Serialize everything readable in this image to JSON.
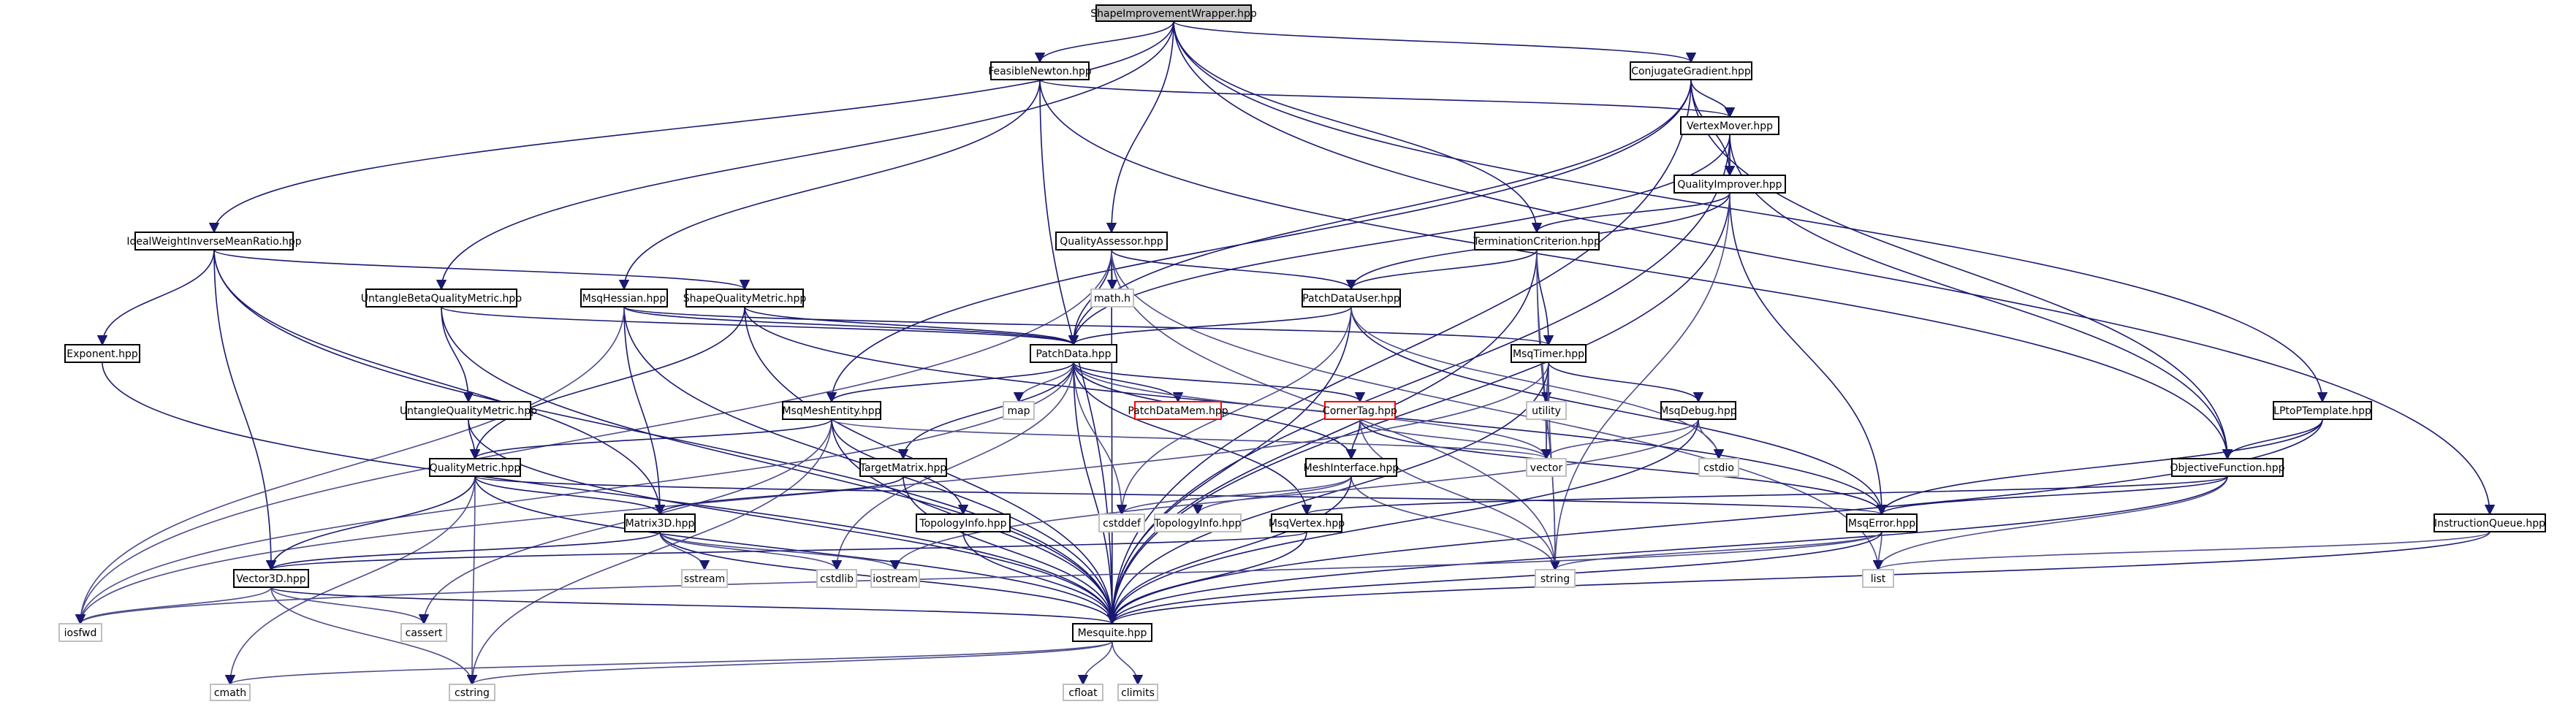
{
  "title": "ShapeImprovementWrapper.hpp include dependency graph",
  "colors": {
    "edge": "#191970",
    "edge_sys": "#4b4b8c",
    "node_border": "#000000",
    "root_fill": "#bfbfbf",
    "sys_border": "#bfbfbf",
    "error_border": "#ff0000",
    "error_text": "#ff0000",
    "sys_text": "#888888"
  },
  "nodes": [
    {
      "id": "ShapeImprovementWrapper",
      "label": "ShapeImprovementWrapper.hpp",
      "kind": "root"
    },
    {
      "id": "FeasibleNewton",
      "label": "FeasibleNewton.hpp",
      "kind": "file"
    },
    {
      "id": "ConjugateGradient",
      "label": "ConjugateGradient.hpp",
      "kind": "file"
    },
    {
      "id": "VertexMover",
      "label": "VertexMover.hpp",
      "kind": "file"
    },
    {
      "id": "QualityImprover",
      "label": "QualityImprover.hpp",
      "kind": "file"
    },
    {
      "id": "IdealWeightInverseMeanRatio",
      "label": "IdealWeightInverseMeanRatio.hpp",
      "kind": "file"
    },
    {
      "id": "QualityAssessor",
      "label": "QualityAssessor.hpp",
      "kind": "file"
    },
    {
      "id": "TerminationCriterion",
      "label": "TerminationCriterion.hpp",
      "kind": "file"
    },
    {
      "id": "UntangleBetaQualityMetric",
      "label": "UntangleBetaQualityMetric.hpp",
      "kind": "file"
    },
    {
      "id": "MsqHessian",
      "label": "MsqHessian.hpp",
      "kind": "file"
    },
    {
      "id": "ShapeQualityMetric",
      "label": "ShapeQualityMetric.hpp",
      "kind": "file"
    },
    {
      "id": "PatchDataUser",
      "label": "PatchDataUser.hpp",
      "kind": "file"
    },
    {
      "id": "mathh",
      "label": "math.h",
      "kind": "sys"
    },
    {
      "id": "Exponent",
      "label": "Exponent.hpp",
      "kind": "file"
    },
    {
      "id": "PatchData",
      "label": "PatchData.hpp",
      "kind": "file"
    },
    {
      "id": "MsqTimer",
      "label": "MsqTimer.hpp",
      "kind": "file"
    },
    {
      "id": "UntangleQualityMetric",
      "label": "UntangleQualityMetric.hpp",
      "kind": "file"
    },
    {
      "id": "map",
      "label": "map",
      "kind": "sys"
    },
    {
      "id": "PatchDataMem",
      "label": "PatchDataMem.hpp",
      "kind": "error"
    },
    {
      "id": "CornerTag",
      "label": "CornerTag.hpp",
      "kind": "error"
    },
    {
      "id": "utility",
      "label": "utility",
      "kind": "sys"
    },
    {
      "id": "MsqDebug",
      "label": "MsqDebug.hpp",
      "kind": "file"
    },
    {
      "id": "LPtoPTemplate",
      "label": "LPtoPTemplate.hpp",
      "kind": "file"
    },
    {
      "id": "MsqMeshEntity",
      "label": "MsqMeshEntity.hpp",
      "kind": "file"
    },
    {
      "id": "QualityMetric",
      "label": "QualityMetric.hpp",
      "kind": "file"
    },
    {
      "id": "TargetMatrix",
      "label": "TargetMatrix.hpp",
      "kind": "file"
    },
    {
      "id": "MeshInterface",
      "label": "MeshInterface.hpp",
      "kind": "file"
    },
    {
      "id": "vector",
      "label": "vector",
      "kind": "sys"
    },
    {
      "id": "cstdio",
      "label": "cstdio",
      "kind": "sys"
    },
    {
      "id": "ObjectiveFunction",
      "label": "ObjectiveFunction.hpp",
      "kind": "file"
    },
    {
      "id": "TopologyInfo",
      "label": "TopologyInfo.hpp",
      "kind": "file"
    },
    {
      "id": "Matrix3D",
      "label": "Matrix3D.hpp",
      "kind": "file"
    },
    {
      "id": "cstddef",
      "label": "cstddef",
      "kind": "sys"
    },
    {
      "id": "TopologyInfoSys",
      "label": "TopologyInfo.hpp",
      "kind": "sys"
    },
    {
      "id": "MsqVertex",
      "label": "MsqVertex.hpp",
      "kind": "file"
    },
    {
      "id": "MsqError",
      "label": "MsqError.hpp",
      "kind": "file"
    },
    {
      "id": "InstructionQueue",
      "label": "InstructionQueue.hpp",
      "kind": "file"
    },
    {
      "id": "sstream",
      "label": "sstream",
      "kind": "sys"
    },
    {
      "id": "cstdlib",
      "label": "cstdlib",
      "kind": "sys"
    },
    {
      "id": "iostream",
      "label": "iostream",
      "kind": "sys"
    },
    {
      "id": "Vector3D",
      "label": "Vector3D.hpp",
      "kind": "file"
    },
    {
      "id": "string",
      "label": "string",
      "kind": "sys"
    },
    {
      "id": "list",
      "label": "list",
      "kind": "sys"
    },
    {
      "id": "iosfwd",
      "label": "iosfwd",
      "kind": "sys"
    },
    {
      "id": "cassert",
      "label": "cassert",
      "kind": "sys"
    },
    {
      "id": "Mesquite",
      "label": "Mesquite.hpp",
      "kind": "file"
    },
    {
      "id": "cmath",
      "label": "cmath",
      "kind": "sys"
    },
    {
      "id": "cstring",
      "label": "cstring",
      "kind": "sys"
    },
    {
      "id": "cfloat",
      "label": "cfloat",
      "kind": "sys"
    },
    {
      "id": "climits",
      "label": "climits",
      "kind": "sys"
    }
  ],
  "edges": [
    [
      "ShapeImprovementWrapper",
      "FeasibleNewton"
    ],
    [
      "ShapeImprovementWrapper",
      "ConjugateGradient"
    ],
    [
      "ShapeImprovementWrapper",
      "IdealWeightInverseMeanRatio"
    ],
    [
      "ShapeImprovementWrapper",
      "QualityAssessor"
    ],
    [
      "ShapeImprovementWrapper",
      "TerminationCriterion"
    ],
    [
      "ShapeImprovementWrapper",
      "UntangleBetaQualityMetric"
    ],
    [
      "ShapeImprovementWrapper",
      "LPtoPTemplate"
    ],
    [
      "ShapeImprovementWrapper",
      "InstructionQueue"
    ],
    [
      "FeasibleNewton",
      "VertexMover"
    ],
    [
      "FeasibleNewton",
      "MsqHessian"
    ],
    [
      "FeasibleNewton",
      "ObjectiveFunction"
    ],
    [
      "FeasibleNewton",
      "Mesquite"
    ],
    [
      "ConjugateGradient",
      "VertexMover"
    ],
    [
      "ConjugateGradient",
      "QualityImprover"
    ],
    [
      "ConjugateGradient",
      "ObjectiveFunction"
    ],
    [
      "ConjugateGradient",
      "PatchData"
    ],
    [
      "ConjugateGradient",
      "MsqMeshEntity"
    ],
    [
      "ConjugateGradient",
      "Mesquite"
    ],
    [
      "VertexMover",
      "QualityImprover"
    ],
    [
      "VertexMover",
      "ObjectiveFunction"
    ],
    [
      "VertexMover",
      "PatchData"
    ],
    [
      "VertexMover",
      "Mesquite"
    ],
    [
      "QualityImprover",
      "TerminationCriterion"
    ],
    [
      "QualityImprover",
      "PatchDataUser"
    ],
    [
      "QualityImprover",
      "MsqError"
    ],
    [
      "QualityImprover",
      "Mesquite"
    ],
    [
      "QualityImprover",
      "string"
    ],
    [
      "IdealWeightInverseMeanRatio",
      "ShapeQualityMetric"
    ],
    [
      "IdealWeightInverseMeanRatio",
      "Exponent"
    ],
    [
      "IdealWeightInverseMeanRatio",
      "Matrix3D"
    ],
    [
      "IdealWeightInverseMeanRatio",
      "Vector3D"
    ],
    [
      "IdealWeightInverseMeanRatio",
      "Mesquite"
    ],
    [
      "QualityAssessor",
      "PatchDataUser"
    ],
    [
      "QualityAssessor",
      "mathh"
    ],
    [
      "QualityAssessor",
      "PatchData"
    ],
    [
      "QualityAssessor",
      "Mesquite"
    ],
    [
      "QualityAssessor",
      "list"
    ],
    [
      "QualityAssessor",
      "string"
    ],
    [
      "QualityAssessor",
      "iosfwd"
    ],
    [
      "TerminationCriterion",
      "PatchDataUser"
    ],
    [
      "TerminationCriterion",
      "MsqTimer"
    ],
    [
      "TerminationCriterion",
      "Mesquite"
    ],
    [
      "TerminationCriterion",
      "vector"
    ],
    [
      "TerminationCriterion",
      "string"
    ],
    [
      "UntangleBetaQualityMetric",
      "UntangleQualityMetric"
    ],
    [
      "UntangleBetaQualityMetric",
      "PatchData"
    ],
    [
      "UntangleBetaQualityMetric",
      "Mesquite"
    ],
    [
      "MsqHessian",
      "PatchData"
    ],
    [
      "MsqHessian",
      "MsqTimer"
    ],
    [
      "MsqHessian",
      "Matrix3D"
    ],
    [
      "MsqHessian",
      "Mesquite"
    ],
    [
      "MsqHessian",
      "iosfwd"
    ],
    [
      "ShapeQualityMetric",
      "QualityMetric"
    ],
    [
      "ShapeQualityMetric",
      "PatchData"
    ],
    [
      "ShapeQualityMetric",
      "MsqError"
    ],
    [
      "ShapeQualityMetric",
      "Mesquite"
    ],
    [
      "PatchDataUser",
      "PatchData"
    ],
    [
      "PatchDataUser",
      "MsqError"
    ],
    [
      "PatchDataUser",
      "Mesquite"
    ],
    [
      "PatchDataUser",
      "cstdio"
    ],
    [
      "PatchDataUser",
      "cstddef"
    ],
    [
      "Exponent",
      "Mesquite"
    ],
    [
      "PatchData",
      "MsqMeshEntity"
    ],
    [
      "PatchData",
      "map"
    ],
    [
      "PatchData",
      "PatchDataMem"
    ],
    [
      "PatchData",
      "CornerTag"
    ],
    [
      "PatchData",
      "TargetMatrix"
    ],
    [
      "PatchData",
      "MeshInterface"
    ],
    [
      "PatchData",
      "MsqVertex"
    ],
    [
      "PatchData",
      "vector"
    ],
    [
      "PatchData",
      "cstddef"
    ],
    [
      "PatchData",
      "cstdlib"
    ],
    [
      "PatchData",
      "iosfwd"
    ],
    [
      "PatchData",
      "Mesquite"
    ],
    [
      "MsqTimer",
      "MsqDebug"
    ],
    [
      "MsqTimer",
      "utility"
    ],
    [
      "MsqTimer",
      "vector"
    ],
    [
      "MsqTimer",
      "string"
    ],
    [
      "MsqTimer",
      "Mesquite"
    ],
    [
      "MsqTimer",
      "iosfwd"
    ],
    [
      "UntangleQualityMetric",
      "QualityMetric"
    ],
    [
      "UntangleQualityMetric",
      "Mesquite"
    ],
    [
      "CornerTag",
      "MeshInterface"
    ],
    [
      "CornerTag",
      "MsqError"
    ],
    [
      "CornerTag",
      "vector"
    ],
    [
      "CornerTag",
      "string"
    ],
    [
      "MsqDebug",
      "vector"
    ],
    [
      "MsqDebug",
      "cstdio"
    ],
    [
      "MsqDebug",
      "iostream"
    ],
    [
      "MsqDebug",
      "Mesquite"
    ],
    [
      "LPtoPTemplate",
      "ObjectiveFunction"
    ],
    [
      "LPtoPTemplate",
      "MsqError"
    ],
    [
      "LPtoPTemplate",
      "Mesquite"
    ],
    [
      "MsqMeshEntity",
      "QualityMetric"
    ],
    [
      "MsqMeshEntity",
      "TopologyInfo"
    ],
    [
      "MsqMeshEntity",
      "vector"
    ],
    [
      "MsqMeshEntity",
      "cassert"
    ],
    [
      "MsqMeshEntity",
      "cstring"
    ],
    [
      "MsqMeshEntity",
      "Mesquite"
    ],
    [
      "QualityMetric",
      "Matrix3D"
    ],
    [
      "QualityMetric",
      "Vector3D"
    ],
    [
      "QualityMetric",
      "MsqError"
    ],
    [
      "QualityMetric",
      "cmath"
    ],
    [
      "QualityMetric",
      "cstring"
    ],
    [
      "QualityMetric",
      "Mesquite"
    ],
    [
      "TargetMatrix",
      "Matrix3D"
    ],
    [
      "TargetMatrix",
      "Mesquite"
    ],
    [
      "MeshInterface",
      "TopologyInfoSys"
    ],
    [
      "MeshInterface",
      "cstddef"
    ],
    [
      "MeshInterface",
      "string"
    ],
    [
      "MeshInterface",
      "Mesquite"
    ],
    [
      "ObjectiveFunction",
      "MsqError"
    ],
    [
      "ObjectiveFunction",
      "MsqVertex"
    ],
    [
      "ObjectiveFunction",
      "list"
    ],
    [
      "ObjectiveFunction",
      "Mesquite"
    ],
    [
      "TopologyInfo",
      "Mesquite"
    ],
    [
      "Matrix3D",
      "Vector3D"
    ],
    [
      "Matrix3D",
      "sstream"
    ],
    [
      "Matrix3D",
      "cstdlib"
    ],
    [
      "Matrix3D",
      "iostream"
    ],
    [
      "Matrix3D",
      "Mesquite"
    ],
    [
      "MsqVertex",
      "Vector3D"
    ],
    [
      "MsqVertex",
      "Mesquite"
    ],
    [
      "MsqError",
      "list"
    ],
    [
      "MsqError",
      "string"
    ],
    [
      "MsqError",
      "iosfwd"
    ],
    [
      "MsqError",
      "Mesquite"
    ],
    [
      "InstructionQueue",
      "list"
    ],
    [
      "InstructionQueue",
      "Mesquite"
    ],
    [
      "Vector3D",
      "iosfwd"
    ],
    [
      "Vector3D",
      "cassert"
    ],
    [
      "Vector3D",
      "cstring"
    ],
    [
      "Vector3D",
      "Mesquite"
    ],
    [
      "Mesquite",
      "cmath"
    ],
    [
      "Mesquite",
      "cstring"
    ],
    [
      "Mesquite",
      "cfloat"
    ],
    [
      "Mesquite",
      "climits"
    ]
  ]
}
